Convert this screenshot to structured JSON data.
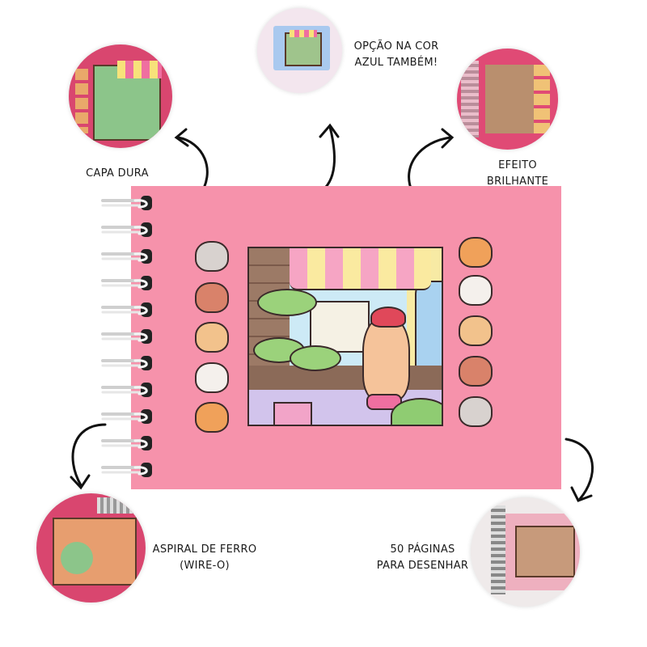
{
  "features": [
    {
      "id": "capa-dura",
      "label": "CAPA DURA"
    },
    {
      "id": "opcao-azul",
      "label": "OPÇÃO NA COR\nAZUL TAMBÉM!"
    },
    {
      "id": "efeito-brilhante",
      "label": "EFEITO\nBRILHANTE"
    },
    {
      "id": "aspiral-ferro",
      "label": "ASPIRAL DE FERRO\n(WIRE-O)"
    },
    {
      "id": "paginas",
      "label": "50 PÁGINAS\nPARA DESENHAR"
    }
  ],
  "colors": {
    "notebook_pink": "#f692ab",
    "blue_variant": "#a9c9ef",
    "outline": "#3a2a2a"
  }
}
